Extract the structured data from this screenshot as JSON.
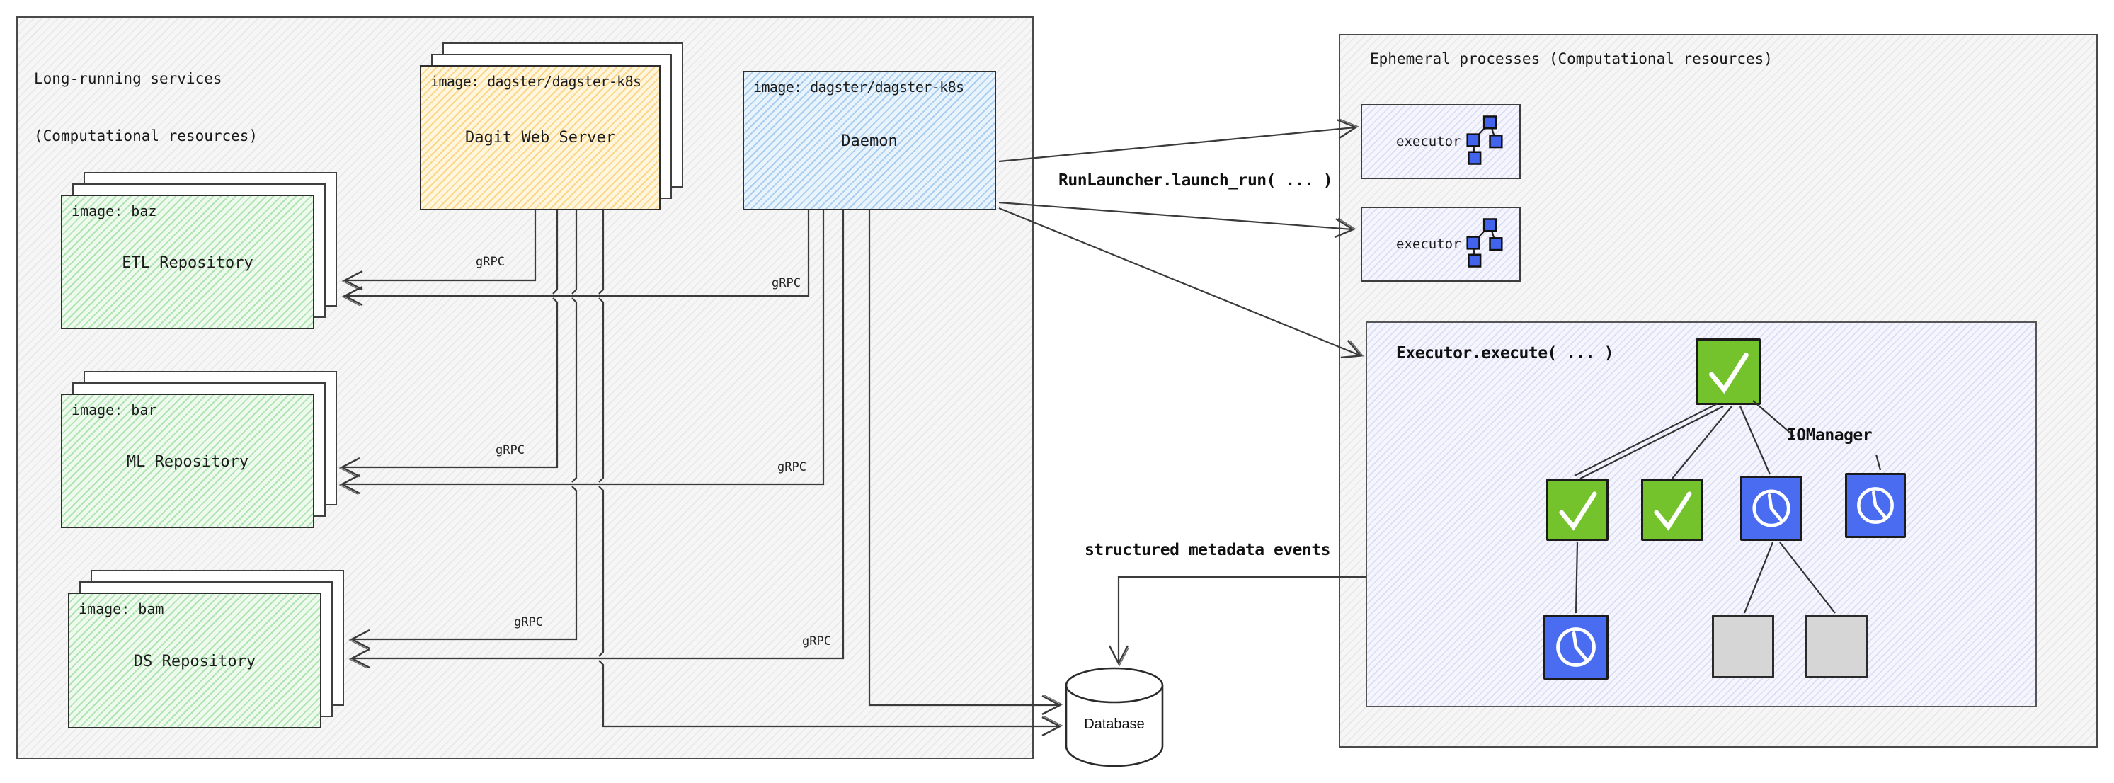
{
  "left_panel": {
    "title_line1": "Long-running services",
    "title_line2": "(Computational resources)",
    "dagit_web_server": {
      "image_label": "image: dagster/dagster-k8s",
      "name": "Dagit Web Server"
    },
    "daemon": {
      "image_label": "image: dagster/dagster-k8s",
      "name": "Daemon"
    },
    "repositories": [
      {
        "image_label": "image: baz",
        "name": "ETL Repository"
      },
      {
        "image_label": "image: bar",
        "name": "ML Repository"
      },
      {
        "image_label": "image: bam",
        "name": "DS Repository"
      }
    ]
  },
  "right_panel": {
    "title": "Ephemeral processes (Computational resources)",
    "executors": [
      {
        "label": "executor"
      },
      {
        "label": "executor"
      }
    ],
    "executor_execute": {
      "title": "Executor.execute( ... )",
      "io_manager_label": "IOManager"
    }
  },
  "connections": {
    "grpc_label": "gRPC",
    "run_launcher_label": "RunLauncher.launch_run( ... )",
    "metadata_events_label": "structured metadata events"
  },
  "database": {
    "label": "Database"
  },
  "colors": {
    "success_step": "#74c32d",
    "waiting_step": "#4a6cf0",
    "skipped_step": "#d6d6d6",
    "dagit_fill": "#ffe9b8",
    "daemon_fill": "#cfe5f7",
    "repository_fill": "#d8f3d8",
    "executor_fill": "#f5f5fd",
    "line": "#3b3b3b"
  }
}
